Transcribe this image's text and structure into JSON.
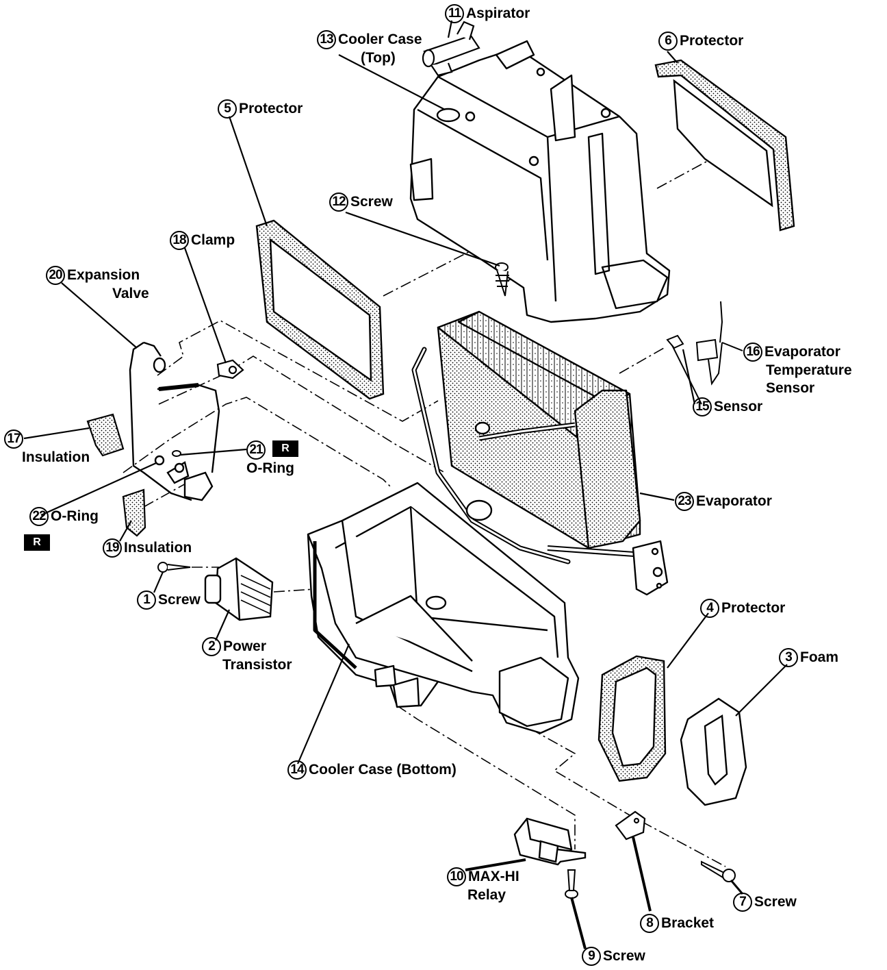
{
  "parts": [
    {
      "num": "1",
      "name": "Screw"
    },
    {
      "num": "2",
      "name": "Power",
      "name2": "Transistor"
    },
    {
      "num": "3",
      "name": "Foam"
    },
    {
      "num": "4",
      "name": "Protector"
    },
    {
      "num": "5",
      "name": "Protector"
    },
    {
      "num": "6",
      "name": "Protector"
    },
    {
      "num": "7",
      "name": "Screw"
    },
    {
      "num": "8",
      "name": "Bracket"
    },
    {
      "num": "9",
      "name": "Screw"
    },
    {
      "num": "10",
      "name": "MAX-HI",
      "name2": "Relay"
    },
    {
      "num": "11",
      "name": "Aspirator"
    },
    {
      "num": "12",
      "name": "Screw"
    },
    {
      "num": "13",
      "name": "Cooler Case",
      "name2": "(Top)"
    },
    {
      "num": "14",
      "name": "Cooler Case (Bottom)"
    },
    {
      "num": "15",
      "name": "Sensor"
    },
    {
      "num": "16",
      "name": "Evaporator",
      "name2": "Temperature",
      "name3": "Sensor"
    },
    {
      "num": "17",
      "name": "Insulation"
    },
    {
      "num": "18",
      "name": "Clamp"
    },
    {
      "num": "19",
      "name": "Insulation"
    },
    {
      "num": "20",
      "name": "Expansion",
      "name2": "Valve"
    },
    {
      "num": "21",
      "name": "O-Ring"
    },
    {
      "num": "22",
      "name": "O-Ring"
    },
    {
      "num": "23",
      "name": "Evaporator"
    }
  ],
  "badges": {
    "replace": "R"
  },
  "colors": {
    "ink": "#000000",
    "paper": "#ffffff",
    "foam": "#d9d9d9"
  }
}
